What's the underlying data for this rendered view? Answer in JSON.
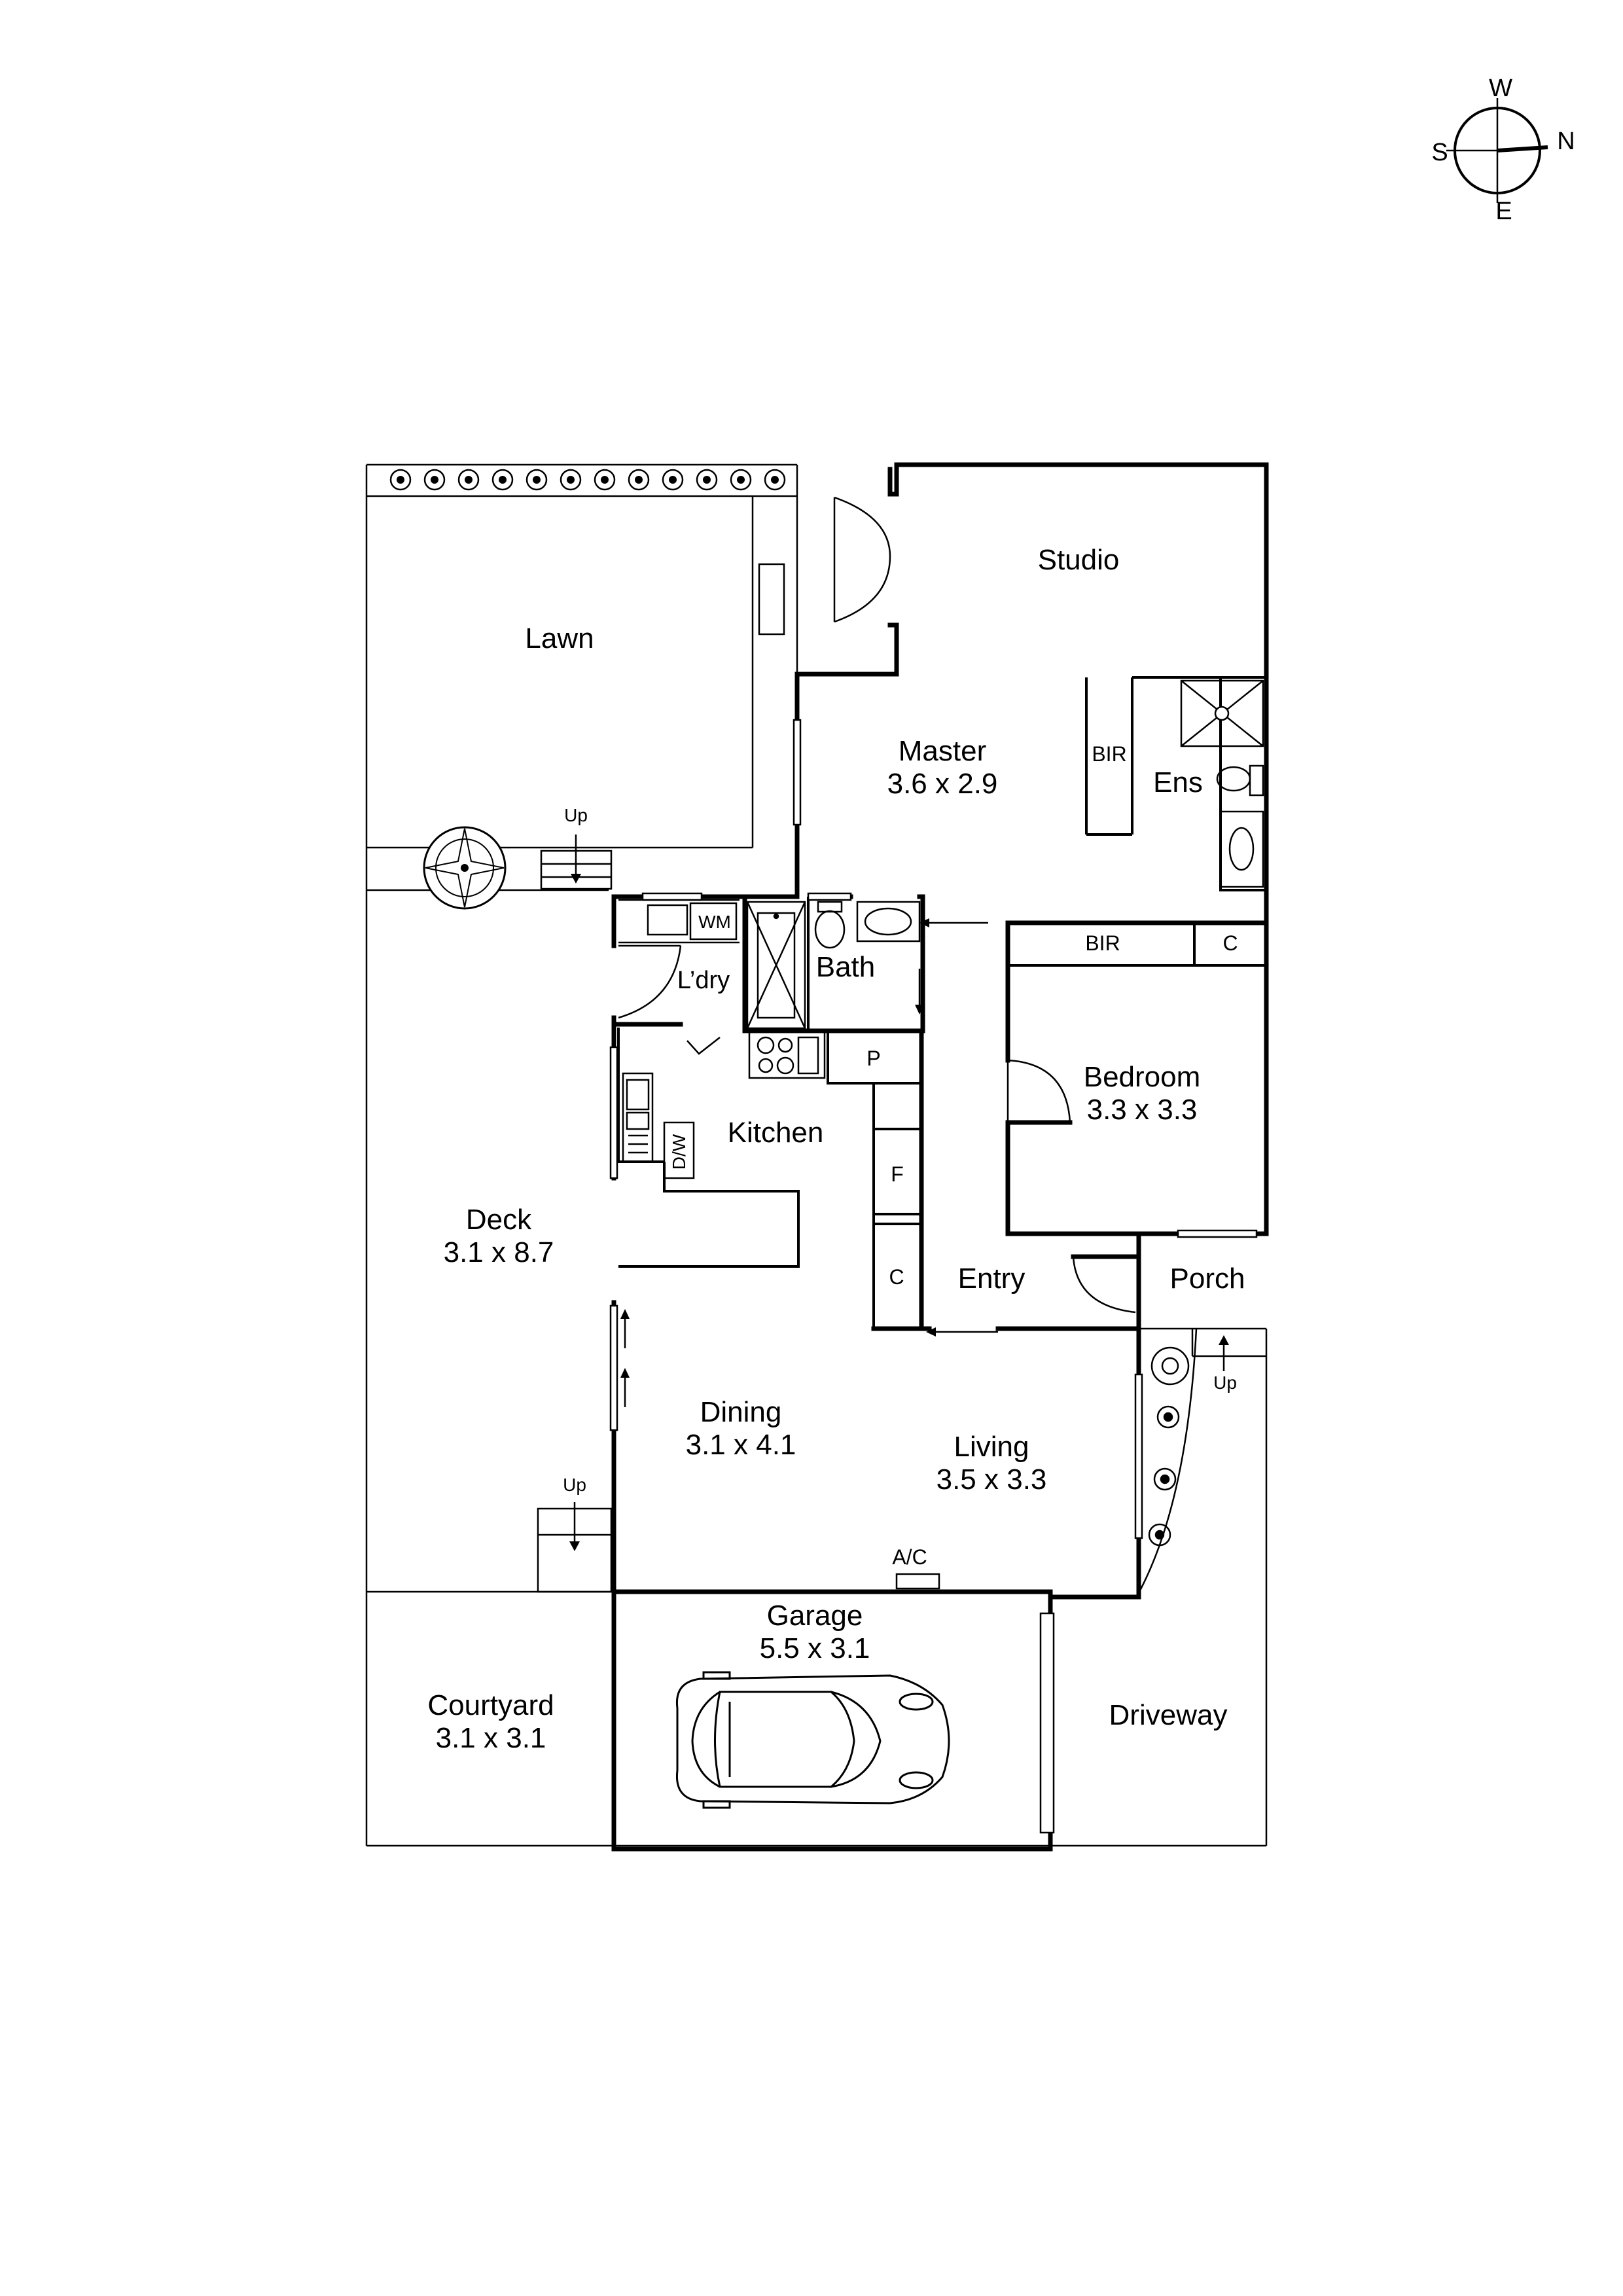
{
  "compass": {
    "n": "N",
    "s": "S",
    "e": "E",
    "w": "W"
  },
  "rooms": {
    "studio": {
      "name": "Studio",
      "size": ""
    },
    "lawn": {
      "name": "Lawn",
      "size": ""
    },
    "master": {
      "name": "Master",
      "size": "3.6 x 2.9"
    },
    "master_bir": {
      "name": "BIR"
    },
    "ensuite": {
      "name": "Ens"
    },
    "bedroom_bir": {
      "name": "BIR"
    },
    "bedroom_c": {
      "name": "C"
    },
    "bedroom": {
      "name": "Bedroom",
      "size": "3.3 x 3.3"
    },
    "wm": {
      "name": "WM"
    },
    "laundry": {
      "name": "L’dry"
    },
    "bath": {
      "name": "Bath"
    },
    "pantry": {
      "name": "P"
    },
    "kitchen": {
      "name": "Kitchen"
    },
    "dw": {
      "name": "D/W"
    },
    "fridge": {
      "name": "F"
    },
    "entry_c": {
      "name": "C"
    },
    "entry": {
      "name": "Entry"
    },
    "porch": {
      "name": "Porch"
    },
    "deck": {
      "name": "Deck",
      "size": "3.1 x 8.7"
    },
    "dining": {
      "name": "Dining",
      "size": "3.1 x 4.1"
    },
    "living": {
      "name": "Living",
      "size": "3.5 x 3.3"
    },
    "ac": {
      "name": "A/C"
    },
    "garage": {
      "name": "Garage",
      "size": "5.5 x 3.1"
    },
    "courtyard": {
      "name": "Courtyard",
      "size": "3.1 x 3.1"
    },
    "driveway": {
      "name": "Driveway"
    }
  },
  "steps": {
    "up1": "Up",
    "up2": "Up",
    "up3": "Up"
  }
}
